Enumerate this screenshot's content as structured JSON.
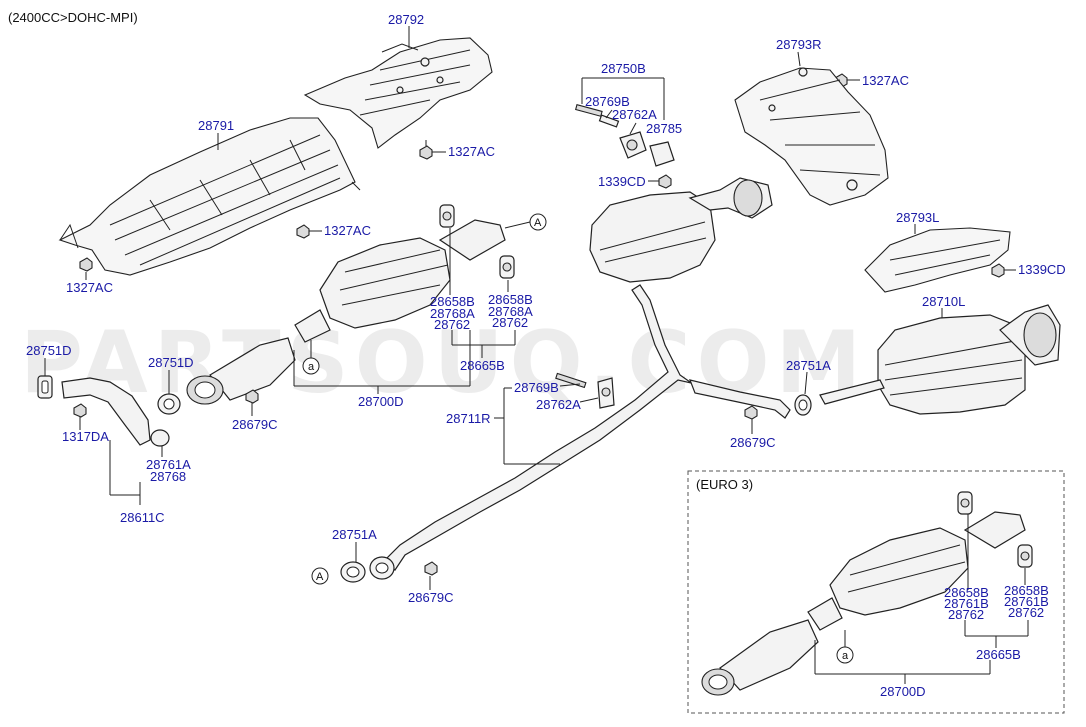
{
  "header": "(2400CC>DOHC-MPI)",
  "euro_title": "(EURO 3)",
  "watermark": "PARTSOUQ.COM",
  "ref_a": "a",
  "ref_A": "A",
  "labels": {
    "p28792": "28792",
    "p28791": "28791",
    "p1327AC_a": "1327AC",
    "p1327AC_b": "1327AC",
    "p1327AC_c": "1327AC",
    "p1327AC_d": "1327AC",
    "p28750B": "28750B",
    "p28769B_top": "28769B",
    "p28762A_top": "28762A",
    "p28785": "28785",
    "p1339CD_a": "1339CD",
    "p28793R": "28793R",
    "p28793L": "28793L",
    "p1339CD_b": "1339CD",
    "p28710L": "28710L",
    "p28751D_a": "28751D",
    "p28751D_b": "28751D",
    "p1317DA": "1317DA",
    "p28761A": "28761A",
    "p28768": "28768",
    "p28611C": "28611C",
    "p28679C_a": "28679C",
    "p28700D_main": "28700D",
    "p28658B_a": "28658B",
    "p28768A_a": "28768A",
    "p28762_a": "28762",
    "p28658B_b": "28658B",
    "p28768A_b": "28768A",
    "p28762_b": "28762",
    "p28665B_main": "28665B",
    "p28769B_mid": "28769B",
    "p28762A_mid": "28762A",
    "p28711R": "28711R",
    "p28751A_a": "28751A",
    "p28679C_b": "28679C",
    "p28751A_b": "28751A",
    "p28679C_c": "28679C",
    "p28658B_c": "28658B",
    "p28761B_a": "28761B",
    "p28762_c": "28762",
    "p28658B_d": "28658B",
    "p28761B_b": "28761B",
    "p28762_d": "28762",
    "p28665B_euro": "28665B",
    "p28700D_euro": "28700D"
  }
}
